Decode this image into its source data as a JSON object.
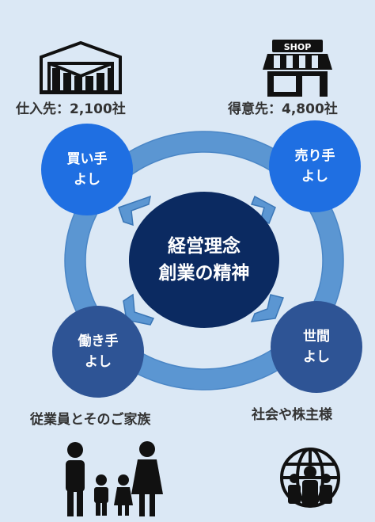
{
  "supplier_label": "仕入先：2,100社",
  "customer_label": "得意先：4,800社",
  "shop_sign": "SHOP",
  "center": {
    "line1": "経営理念",
    "line2": "創業の精神"
  },
  "nodes": {
    "buyer": {
      "line1": "買い手",
      "line2": "よし"
    },
    "seller": {
      "line1": "売り手",
      "line2": "よし"
    },
    "worker": {
      "line1": "働き手",
      "line2": "よし"
    },
    "society": {
      "line1": "世間",
      "line2": "よし"
    }
  },
  "family_label": "従業員とそのご家族",
  "society_label": "社会や株主様",
  "colors": {
    "background": "#dbe8f5",
    "ring": "#5b96d2",
    "center": "#0b2a61",
    "bright_node": "#1f6fe2",
    "dark_node": "#2e5495",
    "icon": "#111111"
  },
  "icons": [
    "warehouse-icon",
    "shop-icon",
    "family-icon",
    "global-people-icon",
    "cycle-arrow-icon"
  ]
}
